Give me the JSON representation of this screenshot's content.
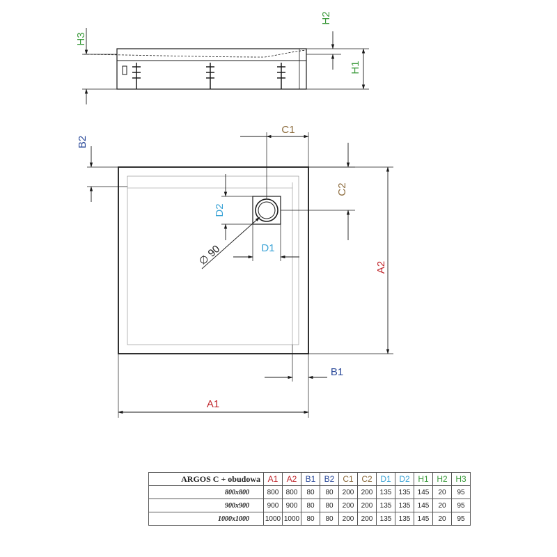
{
  "labels": {
    "H1": "H1",
    "H2": "H2",
    "H3": "H3",
    "A1": "A1",
    "A2": "A2",
    "B1": "B1",
    "B2": "B2",
    "C1": "C1",
    "C2": "C2",
    "D1": "D1",
    "D2": "D2",
    "drain": "∅ 90"
  },
  "colors": {
    "A": "#c0262c",
    "B": "#2b4a9a",
    "C": "#8b6a3b",
    "D": "#3aa3d6",
    "H": "#3b9a3b",
    "line": "#1a1a1a"
  },
  "table": {
    "title": "ARGOS C + obudowa",
    "columns": [
      {
        "label": "A1",
        "color": "#c0262c"
      },
      {
        "label": "A2",
        "color": "#c0262c"
      },
      {
        "label": "B1",
        "color": "#2b4a9a"
      },
      {
        "label": "B2",
        "color": "#2b4a9a"
      },
      {
        "label": "C1",
        "color": "#8b6a3b"
      },
      {
        "label": "C2",
        "color": "#8b6a3b"
      },
      {
        "label": "D1",
        "color": "#3aa3d6"
      },
      {
        "label": "D2",
        "color": "#3aa3d6"
      },
      {
        "label": "H1",
        "color": "#3b9a3b"
      },
      {
        "label": "H2",
        "color": "#3b9a3b"
      },
      {
        "label": "H3",
        "color": "#3b9a3b"
      }
    ],
    "rows": [
      {
        "model": "800x800",
        "values": [
          "800",
          "800",
          "80",
          "80",
          "200",
          "200",
          "135",
          "135",
          "145",
          "20",
          "95"
        ]
      },
      {
        "model": "900x900",
        "values": [
          "900",
          "900",
          "80",
          "80",
          "200",
          "200",
          "135",
          "135",
          "145",
          "20",
          "95"
        ]
      },
      {
        "model": "1000x1000",
        "values": [
          "1000",
          "1000",
          "80",
          "80",
          "200",
          "200",
          "135",
          "135",
          "145",
          "20",
          "95"
        ]
      }
    ]
  }
}
